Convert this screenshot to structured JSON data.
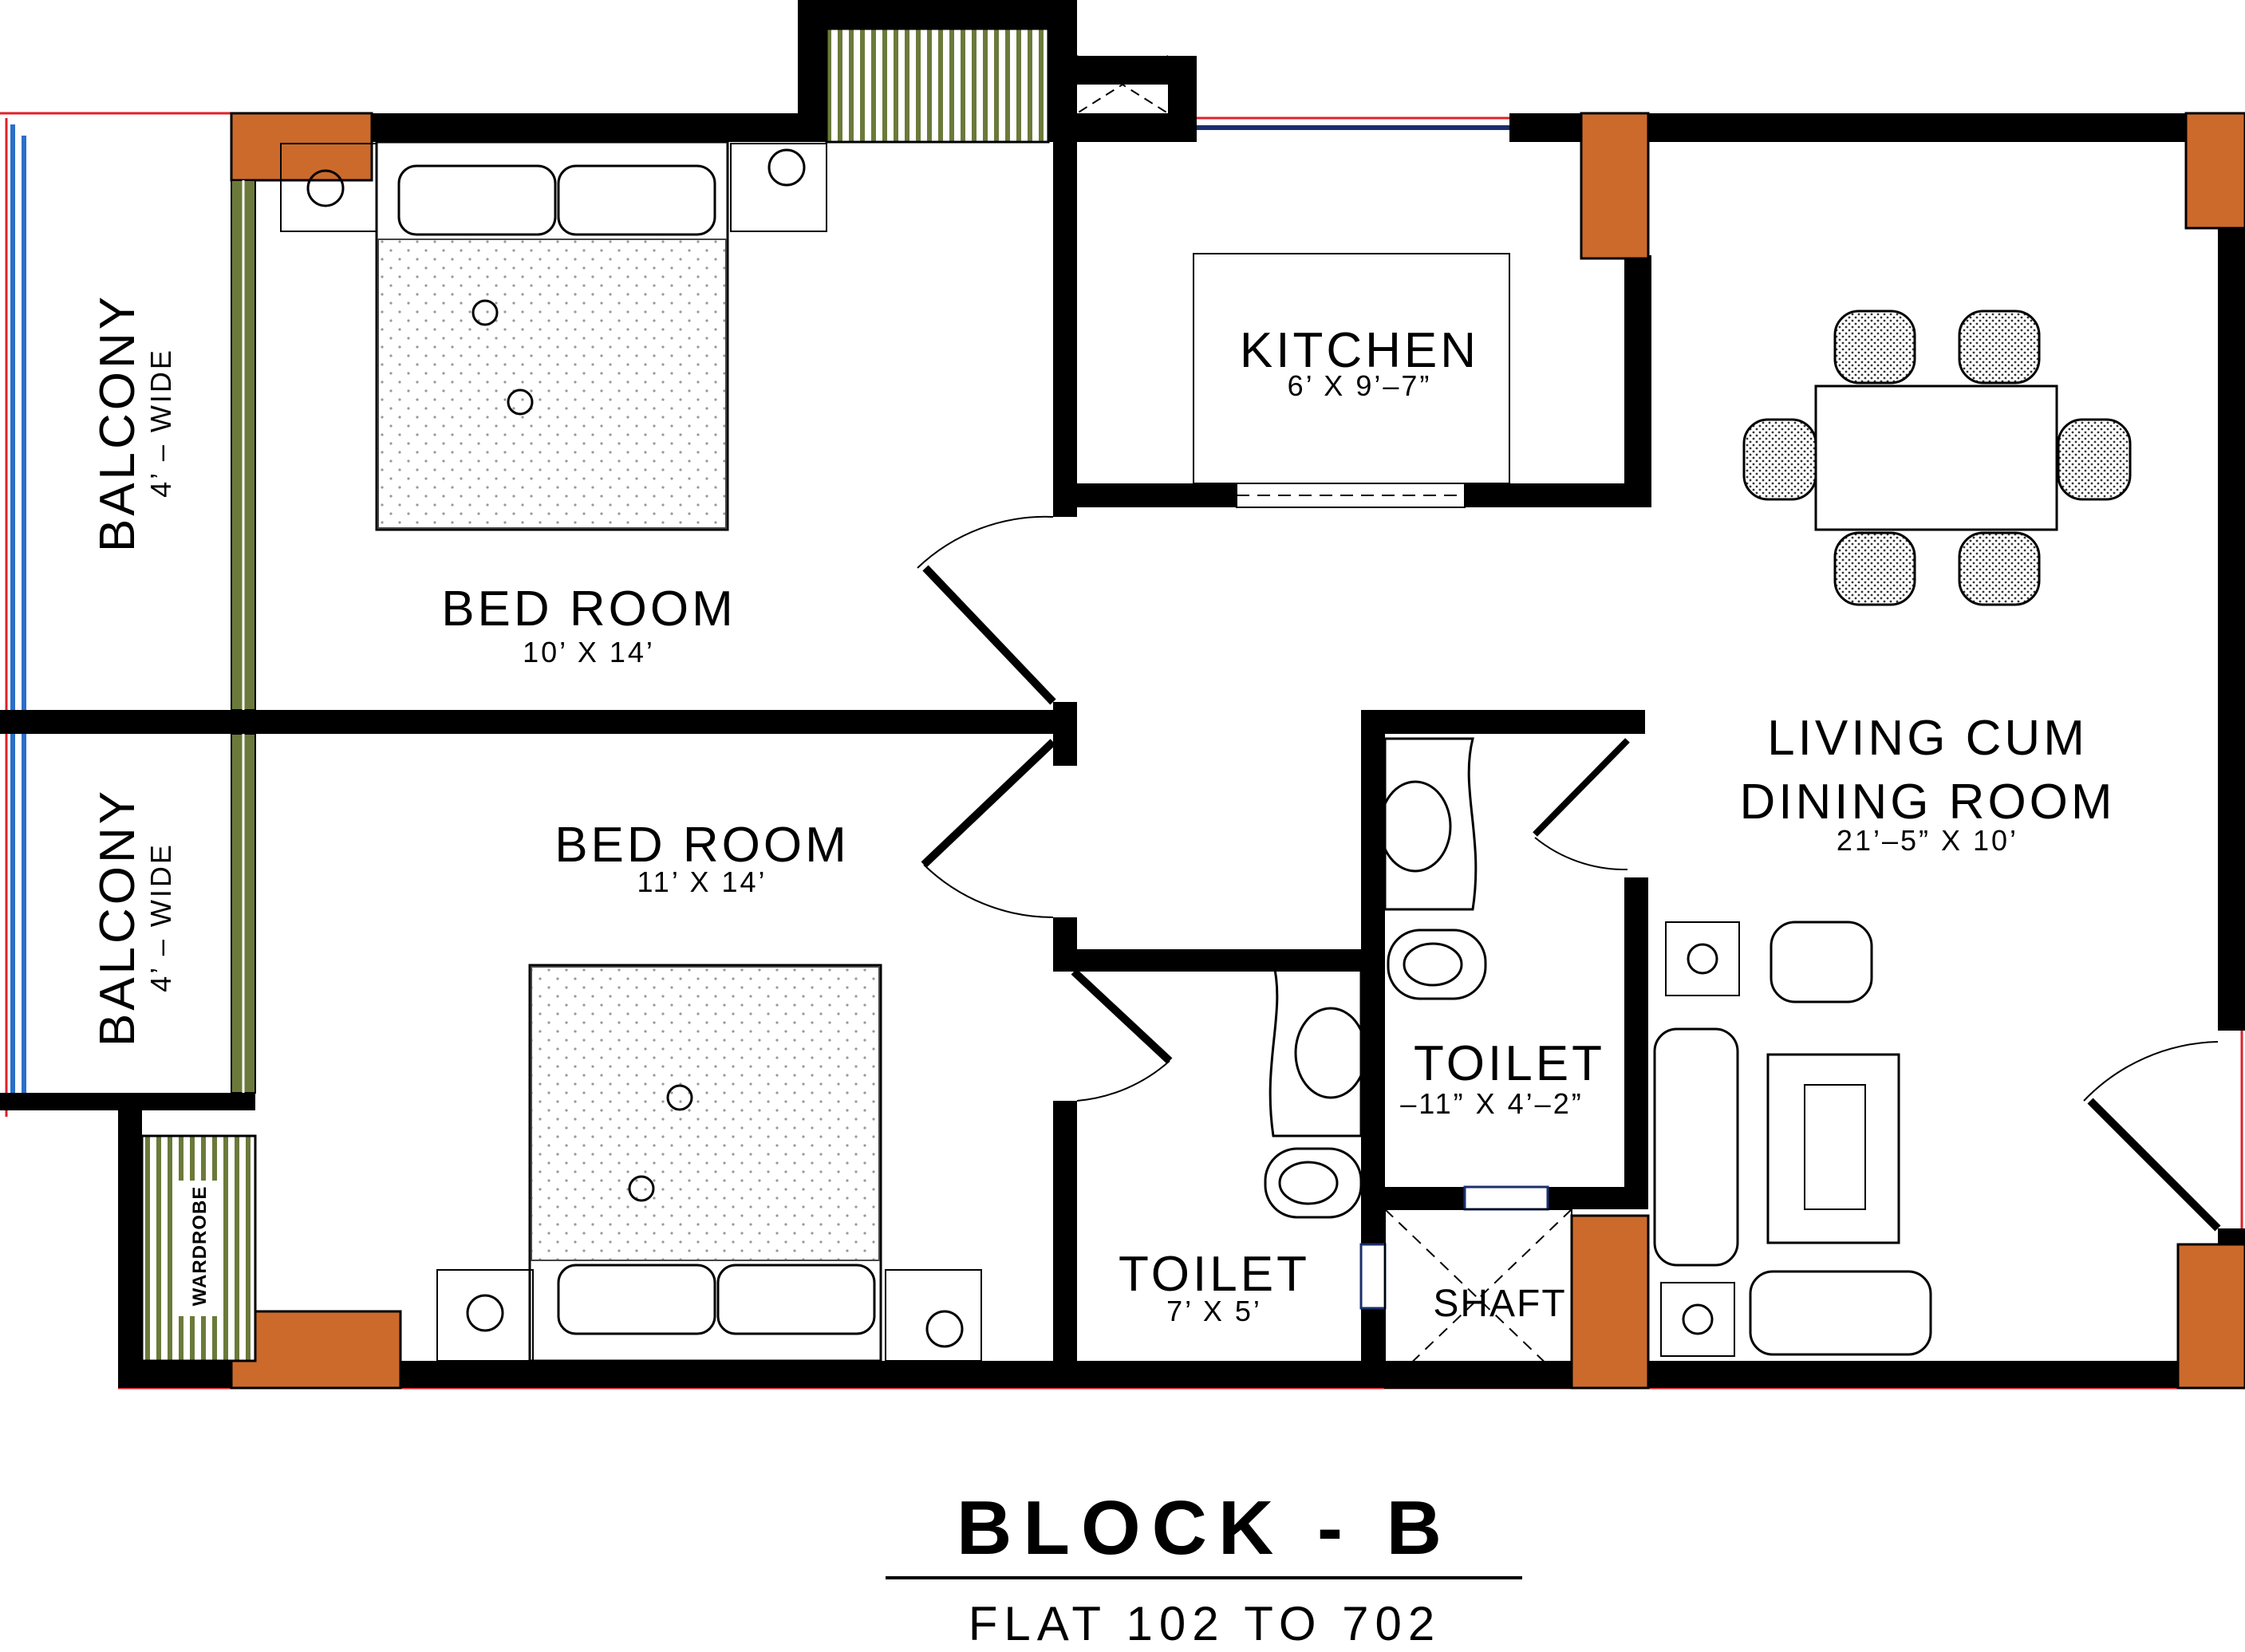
{
  "title": "BLOCK - B",
  "subtitle": "FLAT 102 TO 702",
  "rooms": {
    "bedroom1": {
      "name": "BED ROOM",
      "dim": "10’ X 14’"
    },
    "bedroom2": {
      "name": "BED ROOM",
      "dim": "11’ X 14’"
    },
    "kitchen": {
      "name": "KITCHEN",
      "dim": "6’ X 9’–7”"
    },
    "living": {
      "name_line1": "LIVING CUM",
      "name_line2": "DINING ROOM",
      "dim": "21’–5” X 10’"
    },
    "toilet1": {
      "name": "TOILET",
      "dim": "–11” X 4’–2”"
    },
    "toilet2": {
      "name": "TOILET",
      "dim": "7’ X 5’"
    },
    "shaft": {
      "name": "SHAFT"
    },
    "balcony1": {
      "name": "BALCONY",
      "dim": "4’ – WIDE"
    },
    "balcony2": {
      "name": "BALCONY",
      "dim": "4’ – WIDE"
    },
    "wardrobe": {
      "name": "WARDROBE"
    }
  },
  "colors": {
    "wall": "#000000",
    "column": "#cc6a2c",
    "window_frame": "#6b7a3a",
    "outline_red": "#e0202a",
    "outline_blue": "#2a6fc9"
  }
}
